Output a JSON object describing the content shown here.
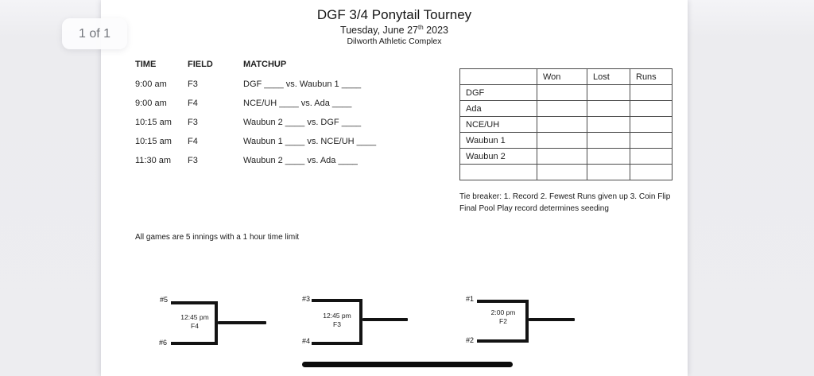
{
  "viewer": {
    "page_indicator": "1 of 1"
  },
  "document": {
    "title": "DGF 3/4 Ponytail Tourney",
    "subtitle_prefix": "Tuesday, June 27",
    "subtitle_superscript": "th",
    "subtitle_suffix": " 2023",
    "location": "Dilworth Athletic Complex",
    "schedule": {
      "headers": {
        "time": "TIME",
        "field": "FIELD",
        "matchup": "MATCHUP"
      },
      "rows": [
        {
          "time": "9:00 am",
          "field": "F3",
          "matchup": "DGF ____ vs. Waubun 1 ____"
        },
        {
          "time": "9:00 am",
          "field": "F4",
          "matchup": "NCE/UH ____ vs. Ada ____"
        },
        {
          "time": "10:15 am",
          "field": "F3",
          "matchup": "Waubun 2 ____ vs. DGF ____"
        },
        {
          "time": "10:15 am",
          "field": "F4",
          "matchup": "Waubun 1 ____ vs. NCE/UH ____"
        },
        {
          "time": "11:30 am",
          "field": "F3",
          "matchup": "Waubun 2 ____ vs. Ada ____"
        }
      ]
    },
    "standings": {
      "headers": [
        "",
        "Won",
        "Lost",
        "Runs"
      ],
      "teams": [
        "DGF",
        "Ada",
        "NCE/UH",
        "Waubun 1",
        "Waubun 2",
        ""
      ]
    },
    "tiebreaker_line1": "Tie breaker: 1. Record 2. Fewest Runs given up 3. Coin Flip",
    "tiebreaker_line2": "Final Pool Play record determines seeding",
    "note": "All games are 5 innings with a 1 hour time limit",
    "brackets": [
      {
        "top_seed": "#5",
        "bottom_seed": "#6",
        "time": "12:45 pm",
        "field": "F4"
      },
      {
        "top_seed": "#3",
        "bottom_seed": "#4",
        "time": "12:45 pm",
        "field": "F3"
      },
      {
        "top_seed": "#1",
        "bottom_seed": "#2",
        "time": "2:00 pm",
        "field": "F2"
      }
    ]
  }
}
